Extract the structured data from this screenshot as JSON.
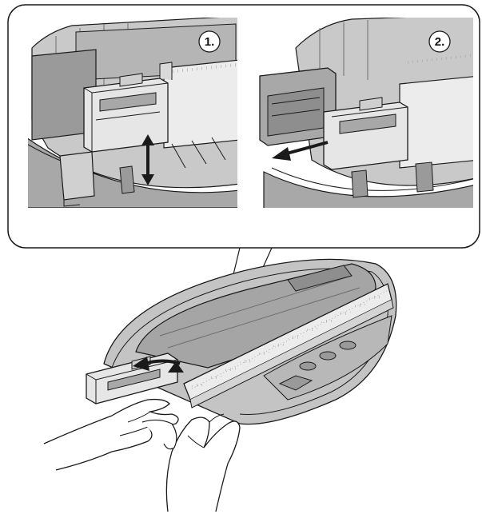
{
  "steps": [
    {
      "label": "1.",
      "action": "lift",
      "arrow_icon": "double-arrow-up-down-icon"
    },
    {
      "label": "2.",
      "action": "pull-out",
      "arrow_icon": "arrow-left-icon"
    }
  ],
  "colors": {
    "background": "#ffffff",
    "line": "#1a1a1a",
    "part_gray": "#a8a8a8",
    "part_light": "#e6e6e6",
    "part_dark": "#6e6e6e",
    "callout_border": "#1a1a1a"
  }
}
